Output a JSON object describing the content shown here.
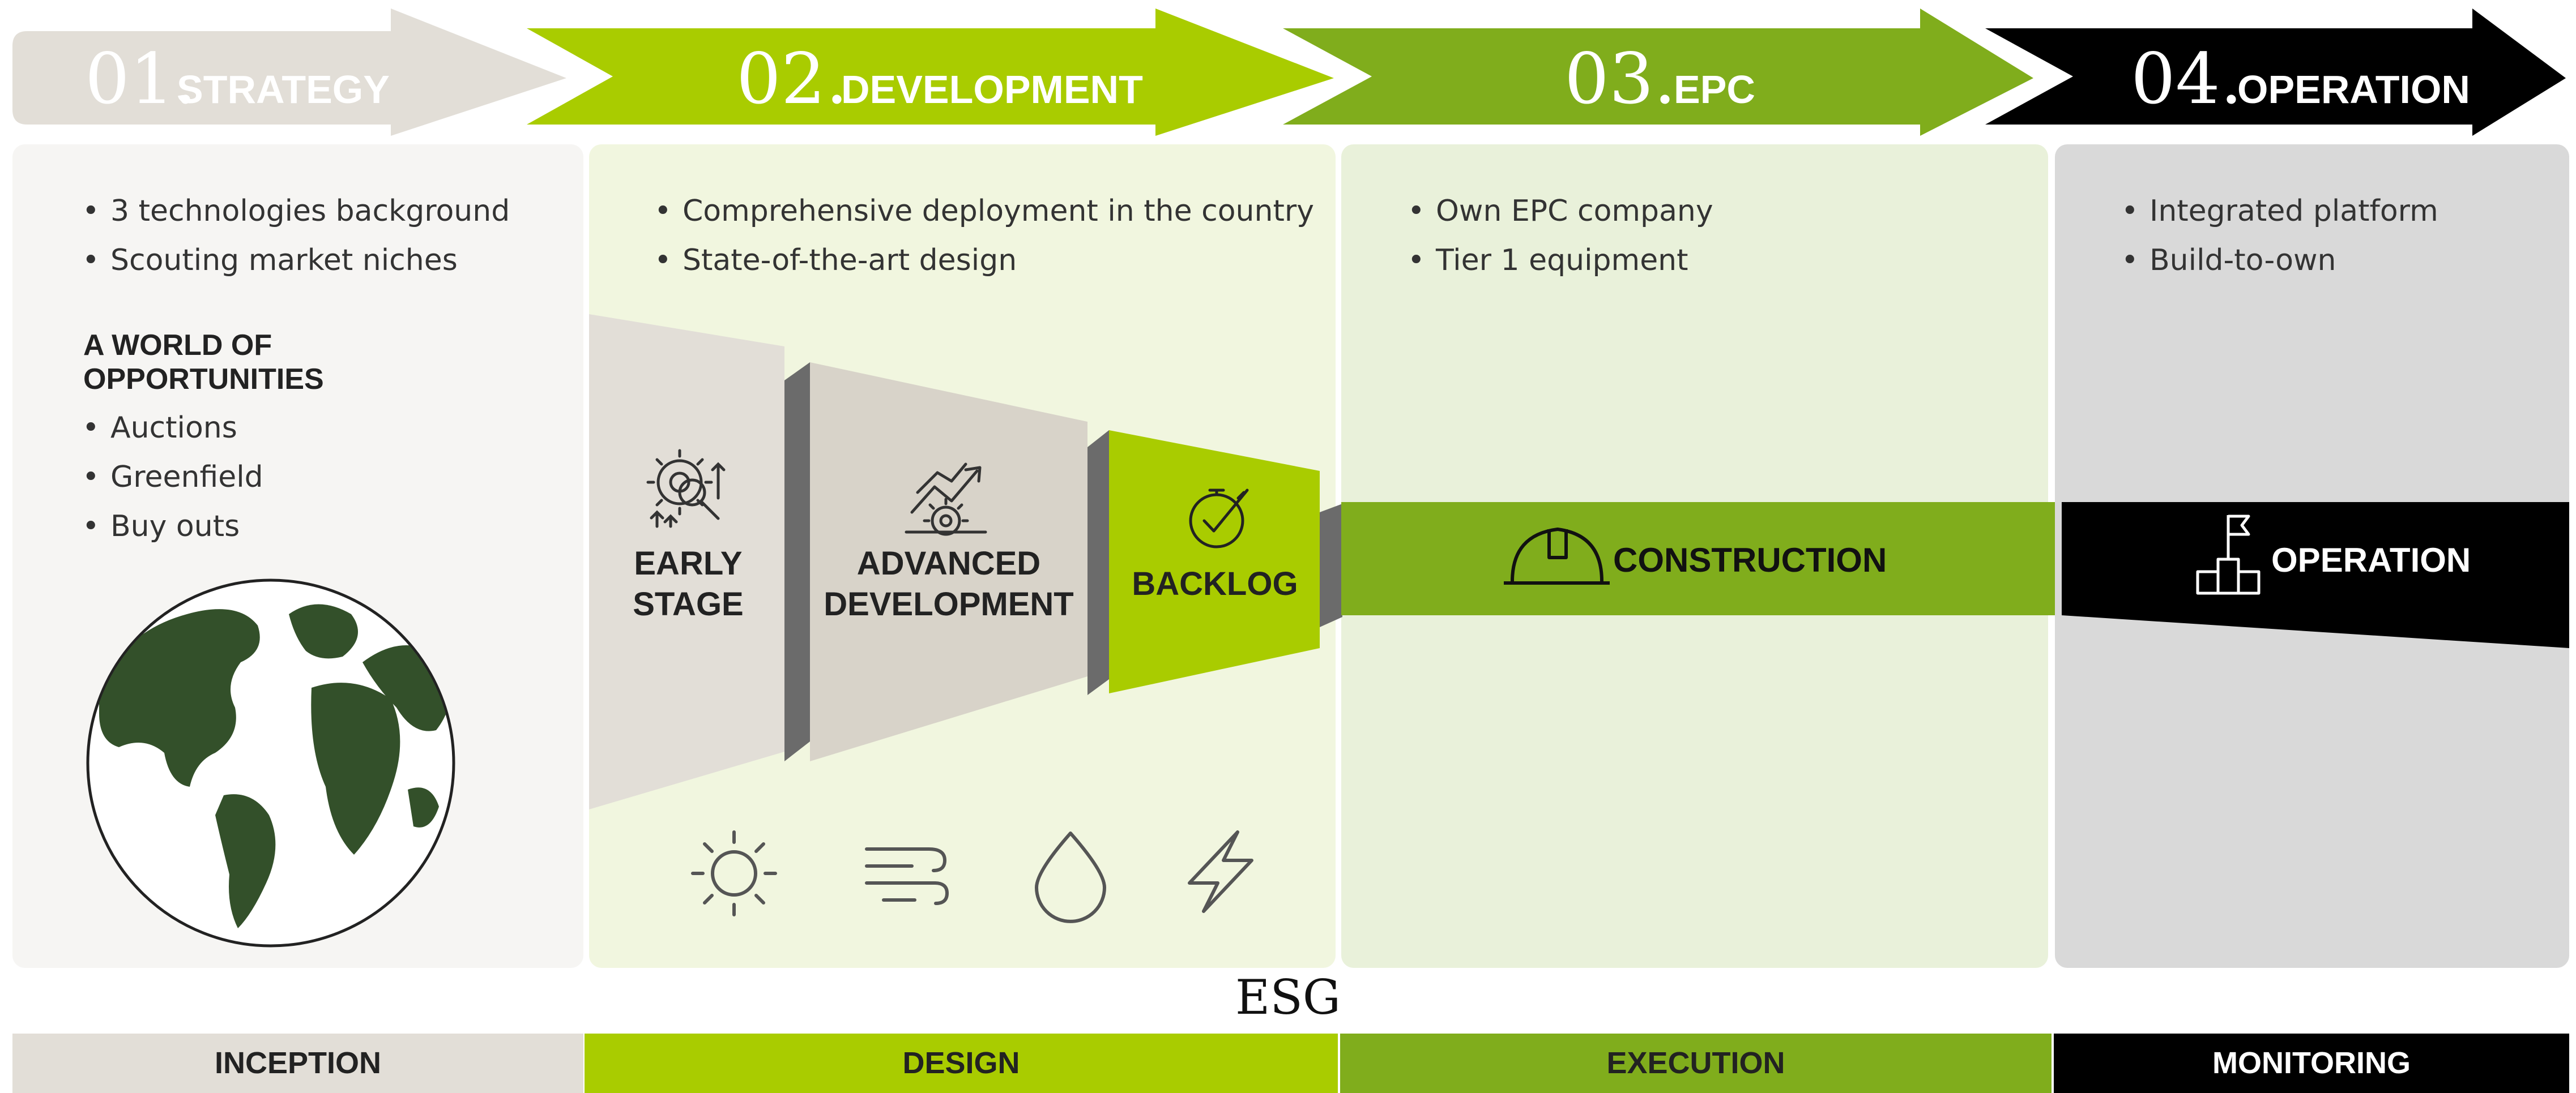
{
  "phases": [
    {
      "num": "01.",
      "label": "STRATEGY",
      "color": "#e2ded7"
    },
    {
      "num": "02.",
      "label": "DEVELOPMENT",
      "color": "#a9cc00"
    },
    {
      "num": "03.",
      "label": "EPC",
      "color": "#80ad1c"
    },
    {
      "num": "04.",
      "label": "OPERATION",
      "color": "#000000"
    }
  ],
  "strategy": {
    "bullets": [
      "3 technologies background",
      "Scouting market niches"
    ],
    "world_heading_line1": "A WORLD OF",
    "world_heading_line2": "OPPORTUNITIES",
    "world_bullets": [
      "Auctions",
      "Greenfield",
      "Buy outs"
    ]
  },
  "development": {
    "bullets": [
      "Comprehensive deployment in the country",
      "State-of-the-art design"
    ],
    "stages": [
      {
        "line1": "EARLY",
        "line2": "STAGE",
        "icon": "gear-magnifier-icon"
      },
      {
        "line1": "ADVANCED",
        "line2": "DEVELOPMENT",
        "icon": "growth-chart-gear-icon"
      },
      {
        "line1": "BACKLOG",
        "line2": "",
        "icon": "stopwatch-check-icon"
      }
    ],
    "technology_icons": [
      "sun-icon",
      "wind-icon",
      "water-drop-icon",
      "lightning-bolt-icon"
    ]
  },
  "epc": {
    "bullets": [
      "Own EPC company",
      "Tier 1 equipment"
    ],
    "band_label": "CONSTRUCTION",
    "band_icon": "hard-hat-icon"
  },
  "operation": {
    "bullets": [
      "Integrated platform",
      "Build-to-own"
    ],
    "band_label": "OPERATION",
    "band_icon": "podium-flag-icon"
  },
  "esg_label": "ESG",
  "footer": [
    {
      "label": "INCEPTION",
      "color": "#e2ded7"
    },
    {
      "label": "DESIGN",
      "color": "#a9cc00"
    },
    {
      "label": "EXECUTION",
      "color": "#80ad1c"
    },
    {
      "label": "MONITORING",
      "color": "#000000"
    }
  ],
  "colors": {
    "light_grey": "#e2ded7",
    "lime": "#a9cc00",
    "olive_green": "#80ad1c",
    "black": "#000000",
    "globe_green": "#33502a"
  }
}
